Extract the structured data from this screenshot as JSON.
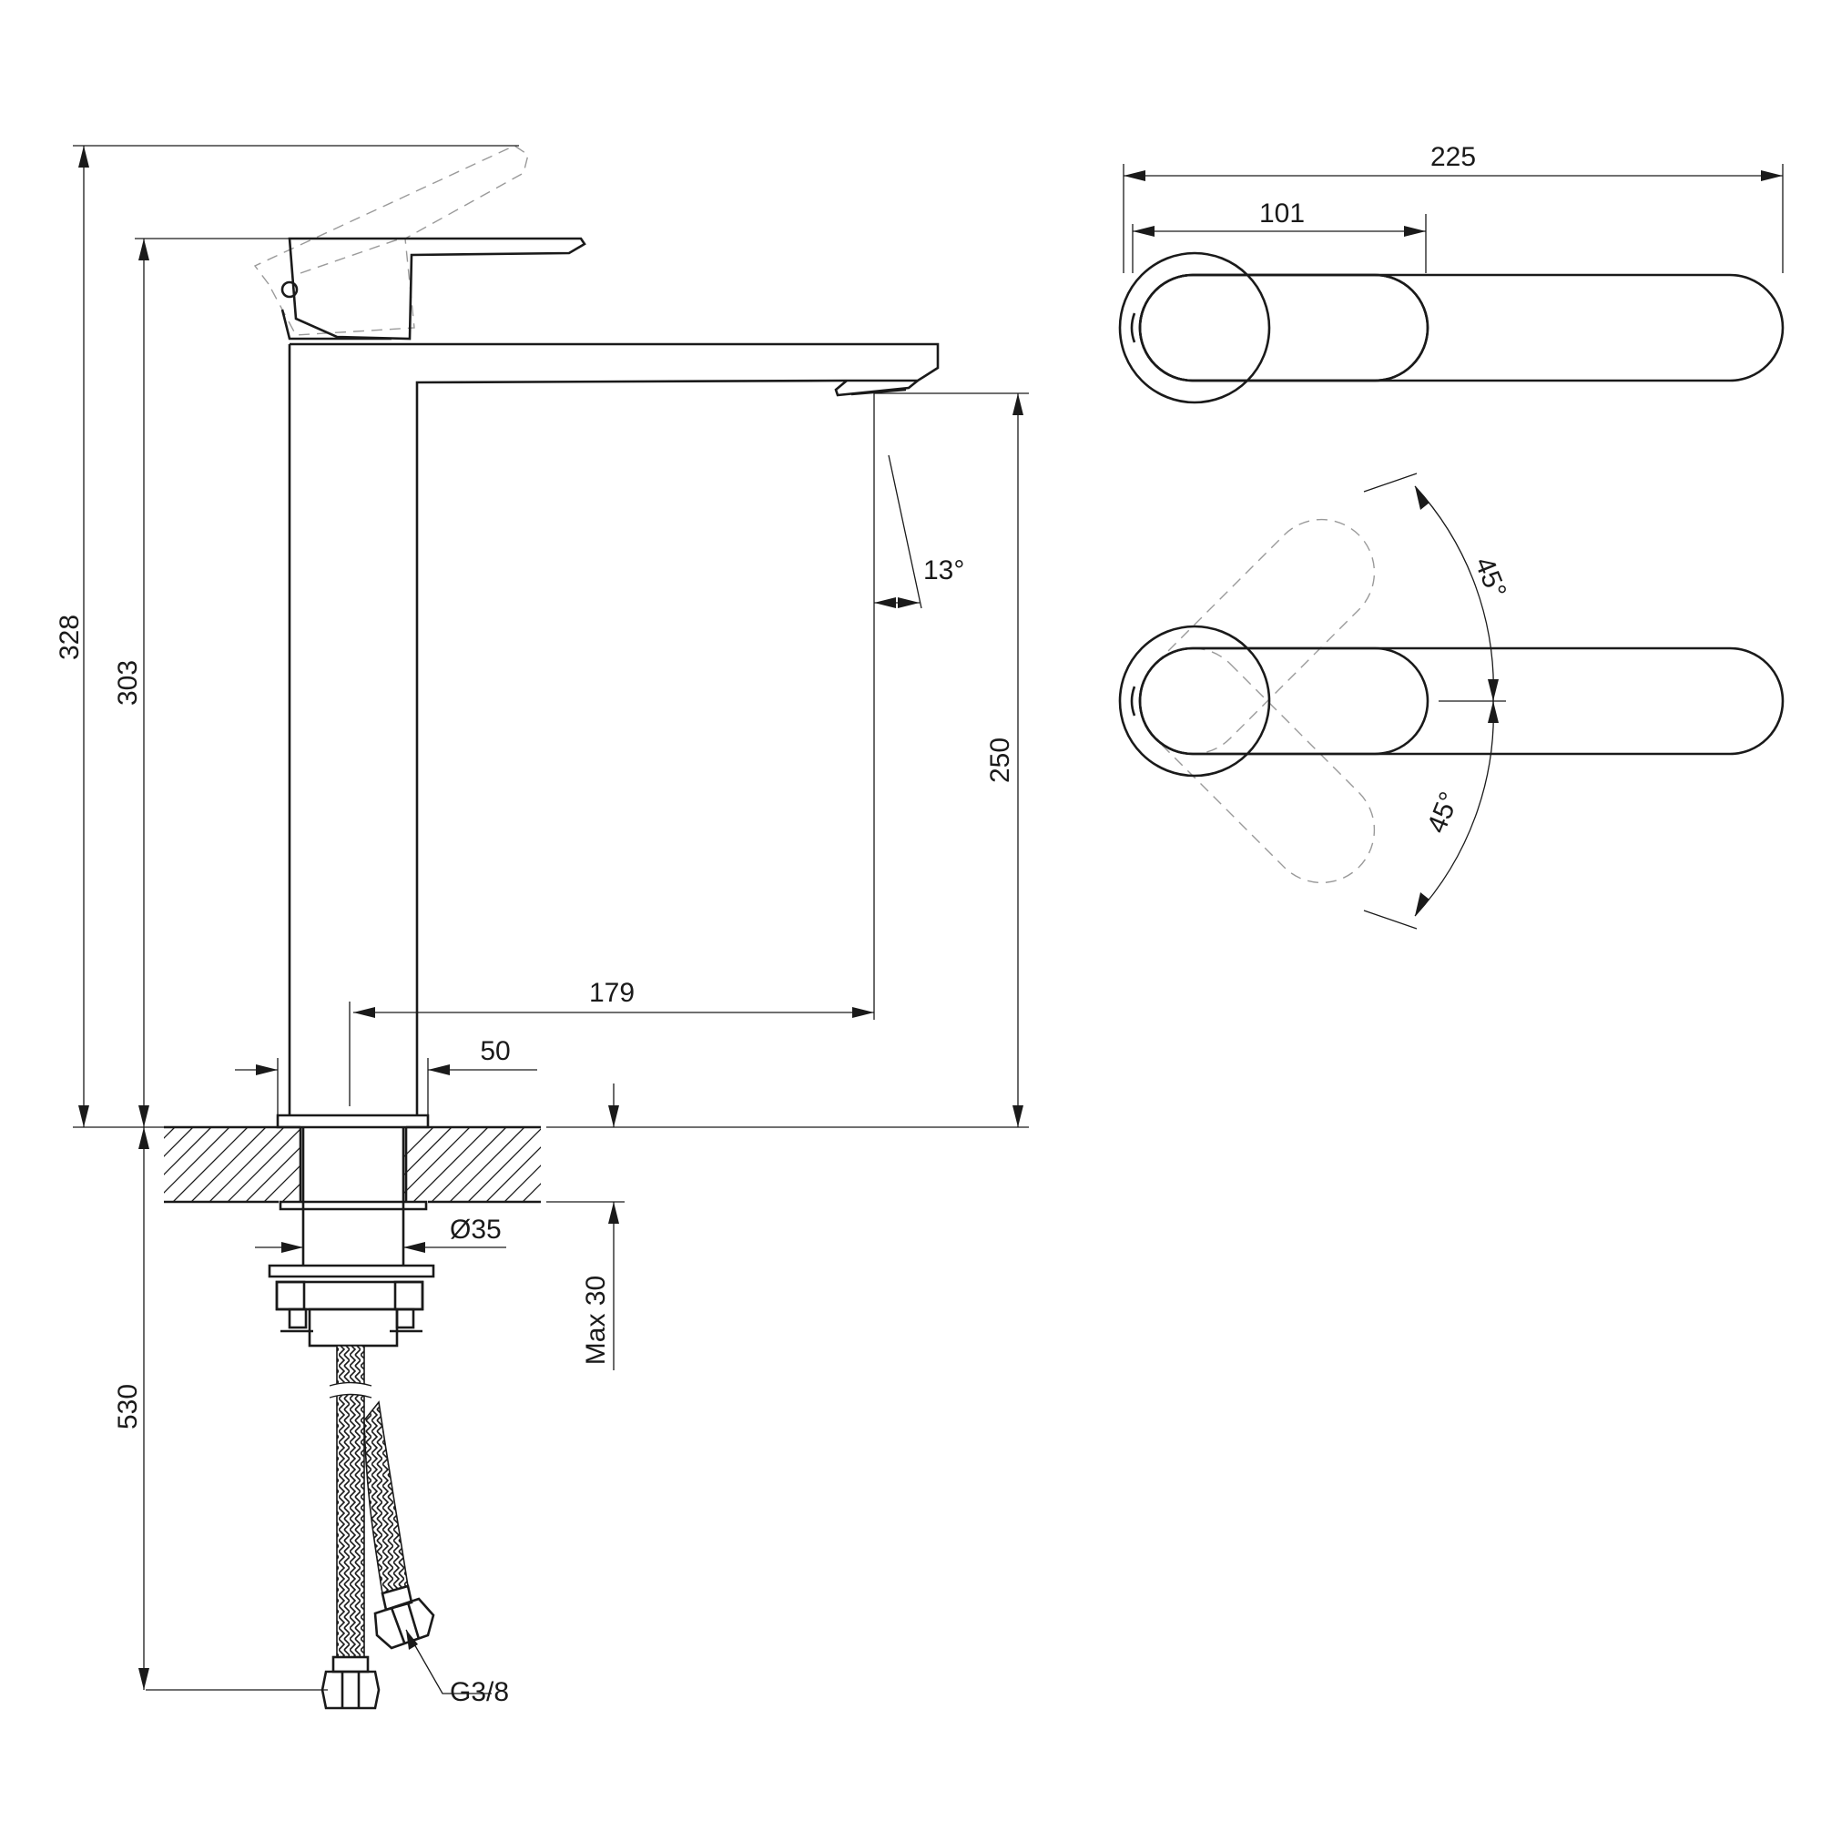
{
  "dimensions": {
    "total_height": "328",
    "body_height": "303",
    "spout_height": "250",
    "spout_reach": "179",
    "base_width": "50",
    "spray_angle": "13°",
    "hole_diameter": "Ø35",
    "max_counter_thickness": "Max 30",
    "hose_length": "530",
    "hose_thread": "G3/8",
    "top_total_length": "225",
    "top_lever_length": "101",
    "rotation_up": "45°",
    "rotation_down": "45°"
  }
}
